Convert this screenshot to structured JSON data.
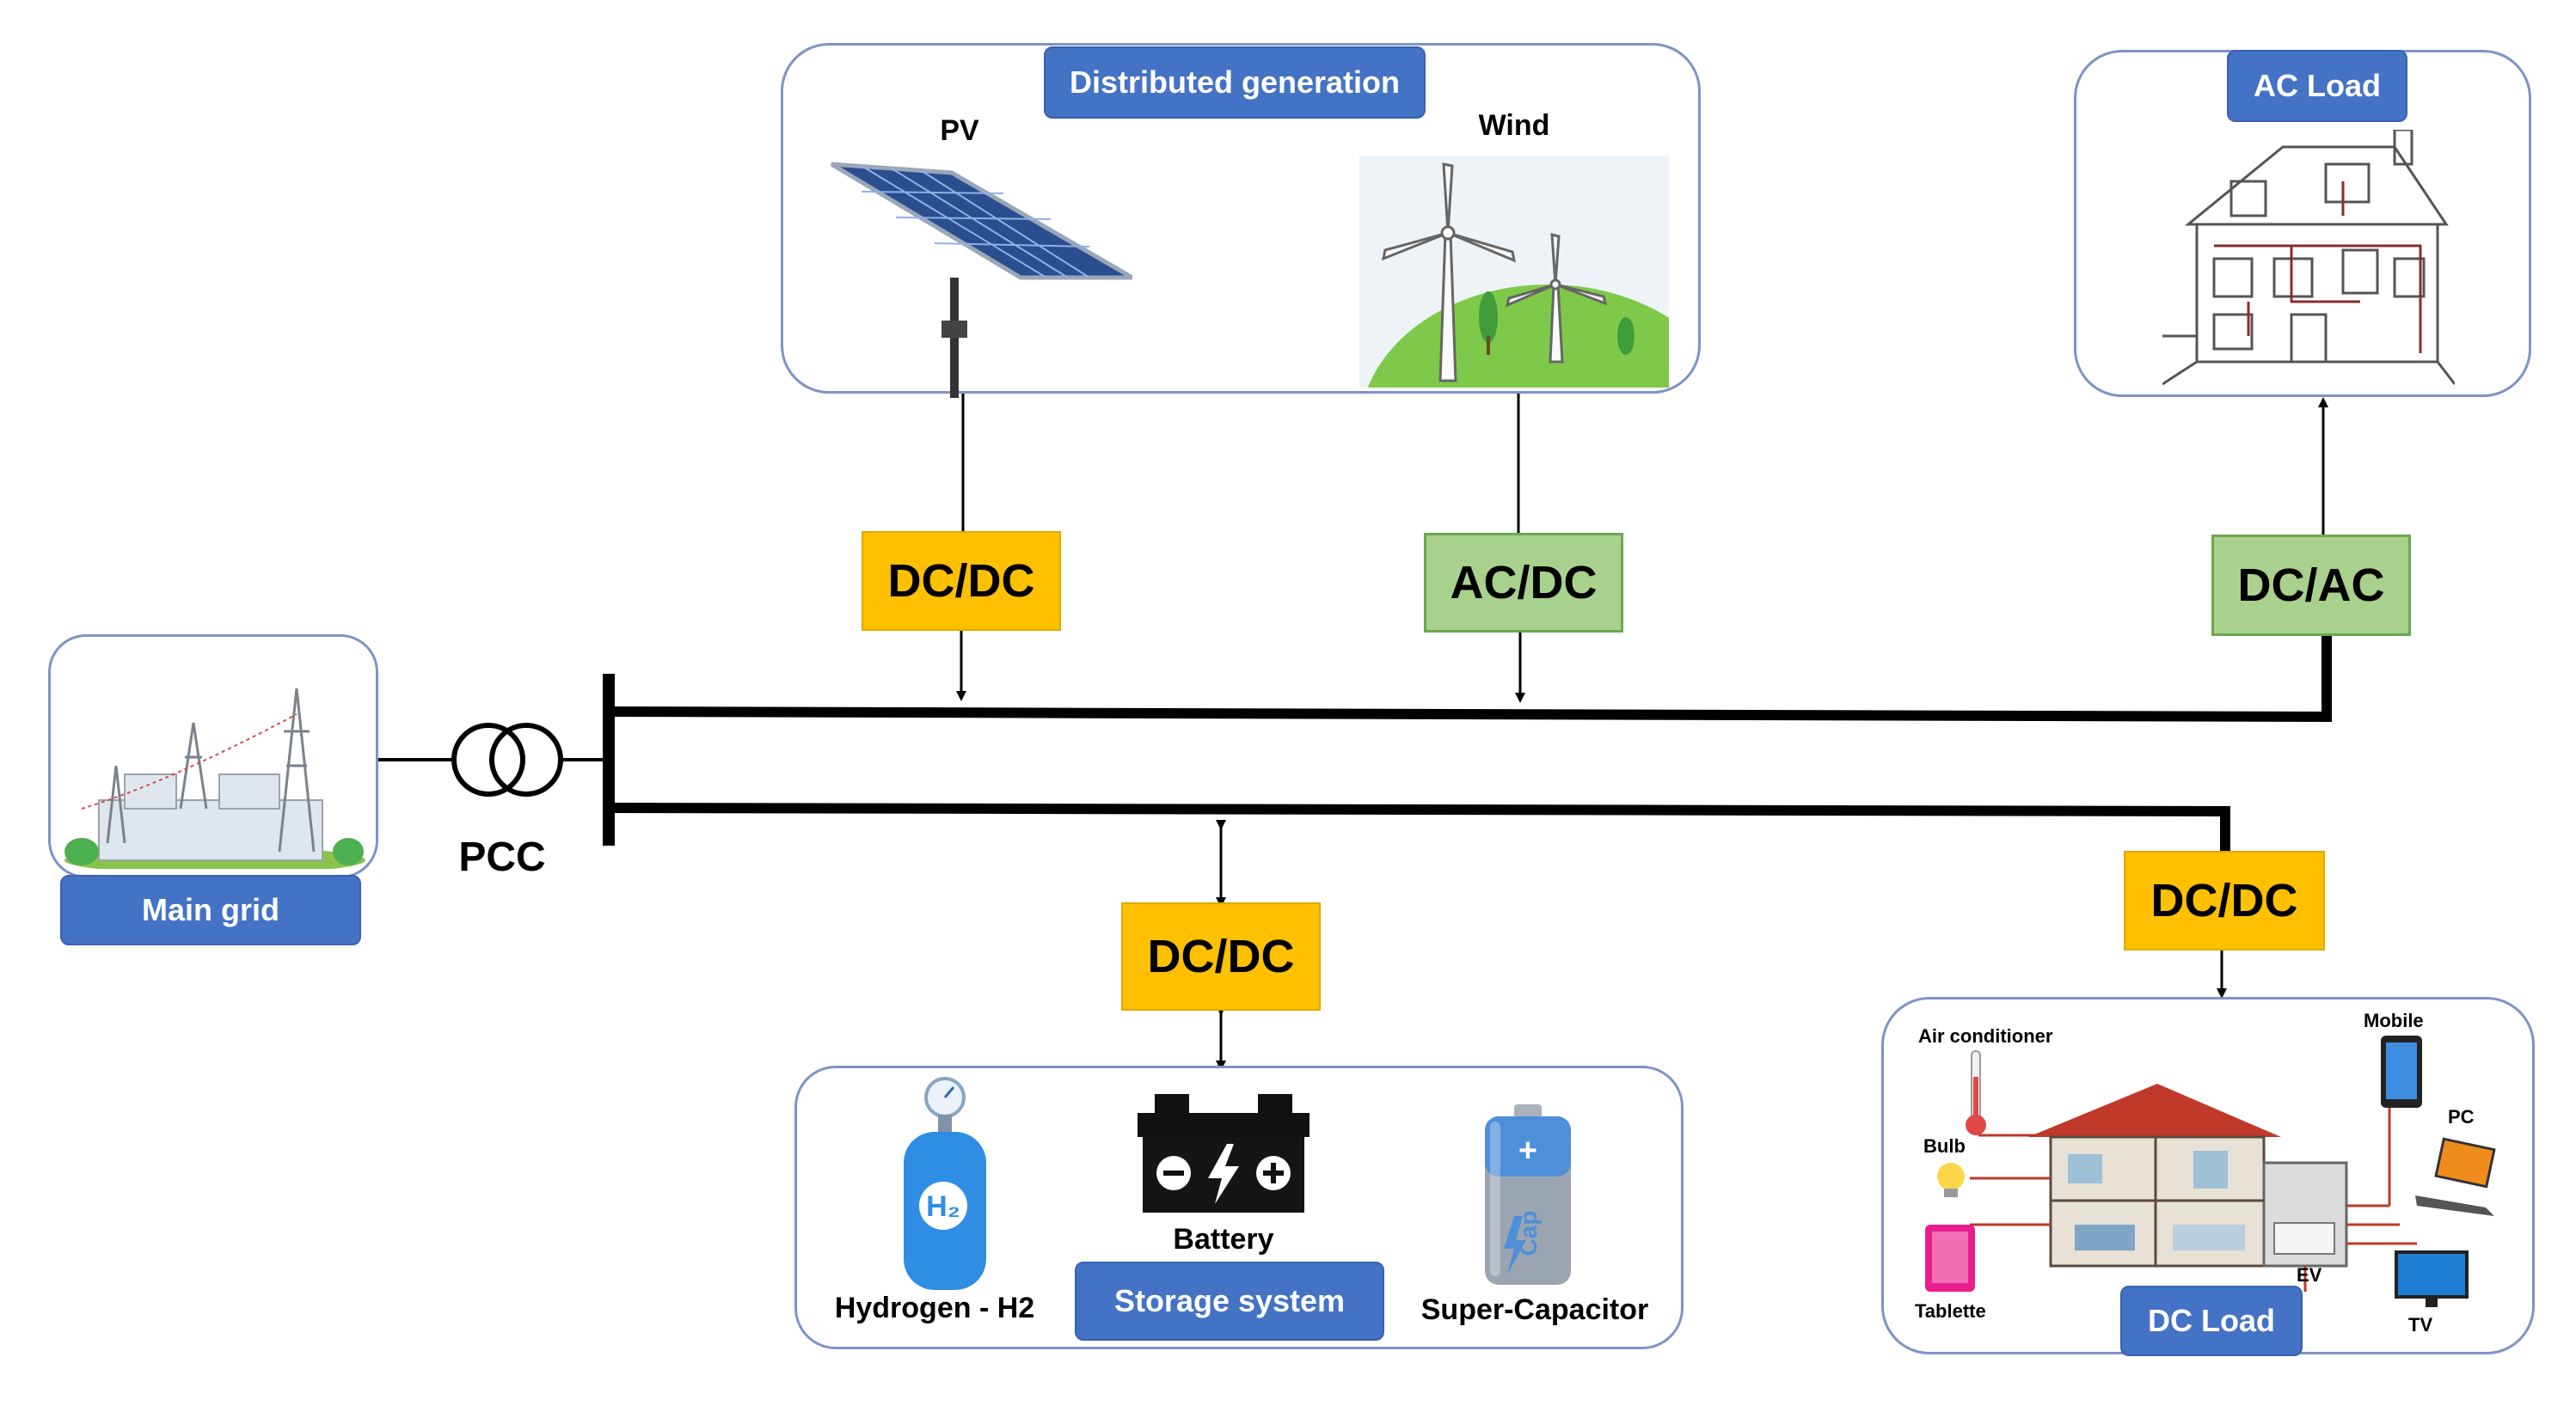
{
  "panels": {
    "distributed_generation": {
      "tag": "Distributed generation",
      "pv": "PV",
      "wind": "Wind"
    },
    "ac_load": {
      "tag": "AC Load"
    },
    "main_grid": {
      "tag": "Main grid"
    },
    "storage": {
      "tag": "Storage system",
      "hydrogen": "Hydrogen - H2",
      "battery": "Battery",
      "supercap": "Super-Capacitor"
    },
    "dc_load": {
      "tag": "DC Load",
      "air_conditioner": "Air conditioner",
      "bulb": "Bulb",
      "tablette": "Tablette",
      "ev": "EV",
      "mobile": "Mobile",
      "pc": "PC",
      "tv": "TV"
    }
  },
  "pcc": "PCC",
  "converters": {
    "pv": "DC/DC",
    "wind": "AC/DC",
    "ac_load": "DC/AC",
    "storage": "DC/DC",
    "dc_load": "DC/DC"
  },
  "colors": {
    "tag_blue": "#4472c4",
    "dc_converter": "#ffc000",
    "ac_converter": "#a9d18e",
    "panel_border": "#7f93c4"
  },
  "icons": [
    "solar-panel-icon",
    "wind-turbine-icon",
    "house-icon",
    "substation-icon",
    "transformer-icon",
    "hydrogen-tank-icon",
    "battery-icon",
    "supercapacitor-icon",
    "smart-home-icon"
  ]
}
